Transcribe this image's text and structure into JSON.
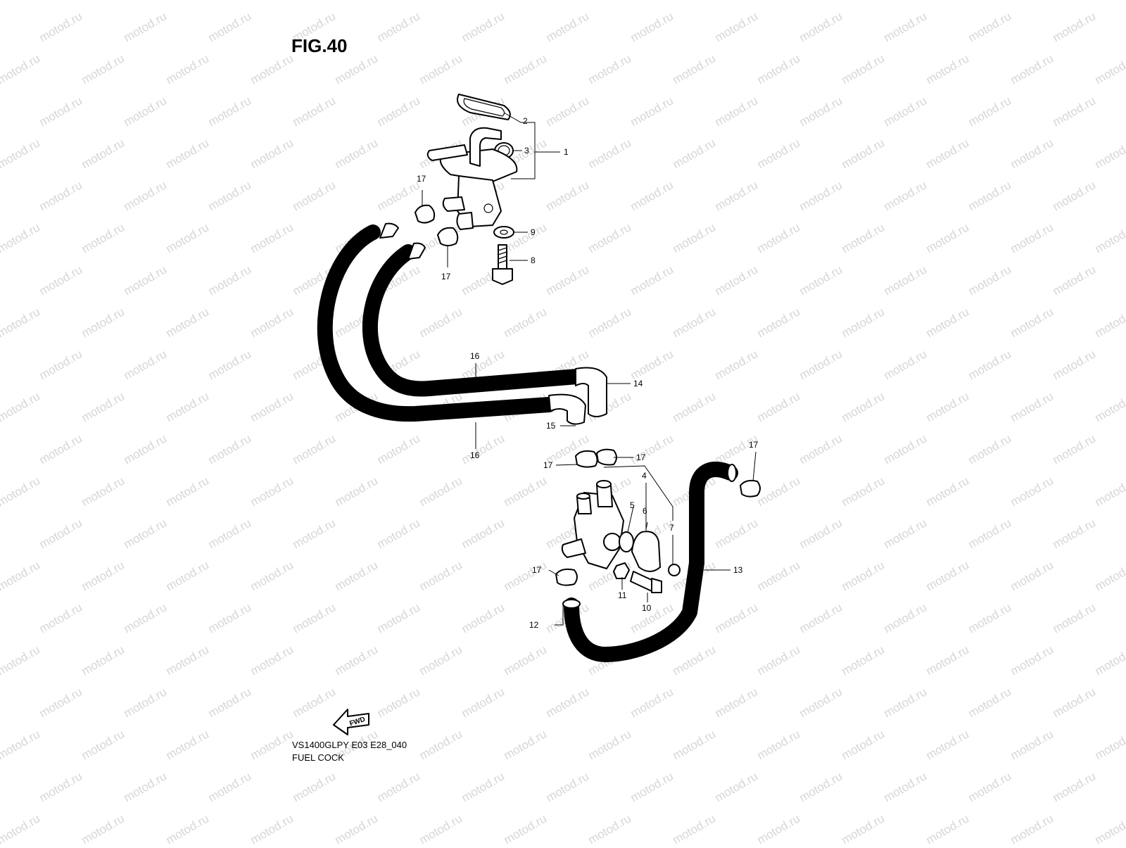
{
  "figure": {
    "title": "FIG.40",
    "model_code": "VS1400GLPY E03 E28_040",
    "section_name": "FUEL COCK",
    "watermark": "motod.ru",
    "forward_marker": "FWD"
  },
  "callouts": [
    {
      "id": "c1",
      "number": "1"
    },
    {
      "id": "c2",
      "number": "2"
    },
    {
      "id": "c3",
      "number": "3"
    },
    {
      "id": "c17a",
      "number": "17"
    },
    {
      "id": "c9",
      "number": "9"
    },
    {
      "id": "c8",
      "number": "8"
    },
    {
      "id": "c17b",
      "number": "17"
    },
    {
      "id": "c16a",
      "number": "16"
    },
    {
      "id": "c14",
      "number": "14"
    },
    {
      "id": "c15",
      "number": "15"
    },
    {
      "id": "c16b",
      "number": "16"
    },
    {
      "id": "c17c",
      "number": "17"
    },
    {
      "id": "c17d",
      "number": "17"
    },
    {
      "id": "c17e",
      "number": "17"
    },
    {
      "id": "c4",
      "number": "4"
    },
    {
      "id": "c5",
      "number": "5"
    },
    {
      "id": "c6",
      "number": "6"
    },
    {
      "id": "c7",
      "number": "7"
    },
    {
      "id": "c17f",
      "number": "17"
    },
    {
      "id": "c13",
      "number": "13"
    },
    {
      "id": "c11",
      "number": "11"
    },
    {
      "id": "c10",
      "number": "10"
    },
    {
      "id": "c12",
      "number": "12"
    }
  ],
  "colors": {
    "line": "#000000",
    "background": "#ffffff",
    "watermark": "#d6d6d6"
  }
}
